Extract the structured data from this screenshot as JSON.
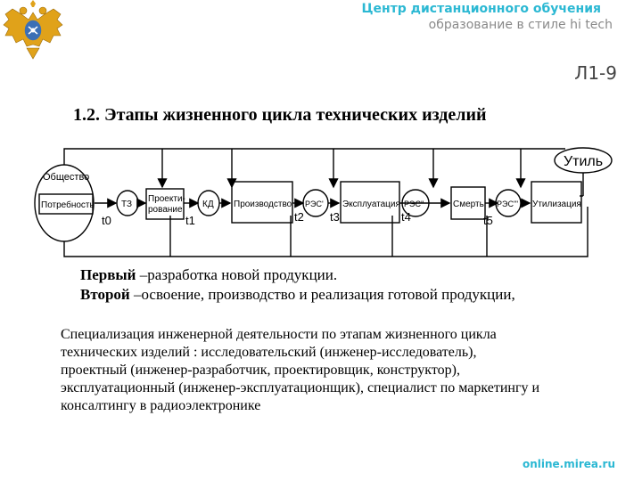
{
  "header": {
    "center_name": "Центр дистанционного обучения",
    "slogan": "образование в стиле hi tech"
  },
  "lecture_code": "Л1-9",
  "title": "1.2. Этапы жизненного цикла технических изделий",
  "diagram": {
    "society": "Общество",
    "need": "Потребность",
    "utility": "Утиль",
    "tz": "ТЗ",
    "design_l1": "Проекти-",
    "design_l2": "рование",
    "kd": "КД",
    "production": "Производство",
    "res1": "РЭС'",
    "exploitation": "Эксплуатация",
    "res2": "РЭС''",
    "death": "Смерть",
    "res3": "РЭС'''",
    "utilization": "Утилизация",
    "t0": "t0",
    "t1": "t1",
    "t2": "t2",
    "t3": "t3",
    "t4": "t4",
    "t5": "t5"
  },
  "stages": {
    "first_label": "Первый",
    "first_text": " –разработка новой продукции.",
    "second_label": "Второй",
    "second_text": " –освоение, производство и реализация готовой продукции,"
  },
  "specialization": [
    "Специализация инженерной деятельности по этапам жизненного цикла",
    "технических изделий : исследовательский (инженер-исследователь),",
    "проектный (инженер-разработчик, проектировщик, конструктор),",
    "эксплуатационный (инженер-эксплуатационщик), специалист по маркетингу и",
    "консалтингу в радиоэлектронике"
  ],
  "footer": "online.mirea.ru",
  "colors": {
    "accent": "#2bb8d3",
    "muted": "#8a8a8a"
  }
}
